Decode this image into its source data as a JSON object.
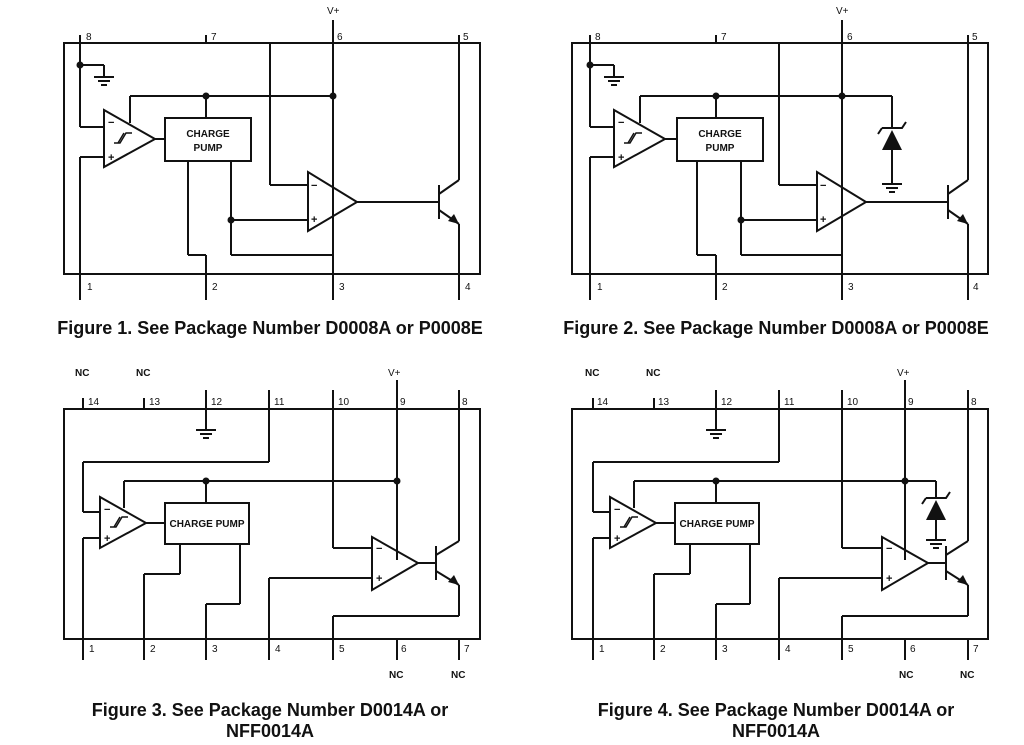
{
  "figures": [
    {
      "caption": "Figure 1. See Package Number D0008A or P0008E",
      "top_pins": [
        "8",
        "7",
        "6",
        "5"
      ],
      "bottom_pins": [
        "1",
        "2",
        "3",
        "4"
      ],
      "supply": "V+",
      "charge_pump": [
        "CHARGE",
        "PUMP"
      ],
      "zener": false
    },
    {
      "caption": "Figure 2. See Package Number D0008A or P0008E",
      "top_pins": [
        "8",
        "7",
        "6",
        "5"
      ],
      "bottom_pins": [
        "1",
        "2",
        "3",
        "4"
      ],
      "supply": "V+",
      "charge_pump": [
        "CHARGE",
        "PUMP"
      ],
      "zener": true
    },
    {
      "caption_lines": [
        "Figure 3. See Package Number D0014A or",
        "NFF0014A"
      ],
      "top_pins": [
        "14",
        "13",
        "12",
        "11",
        "10",
        "9",
        "8"
      ],
      "bottom_pins": [
        "1",
        "2",
        "3",
        "4",
        "5",
        "6",
        "7"
      ],
      "top_nc": [
        "NC",
        "NC"
      ],
      "bottom_nc": [
        "NC",
        "NC"
      ],
      "supply": "V+",
      "charge_pump": "CHARGE PUMP",
      "zener": false
    },
    {
      "caption_lines": [
        "Figure 4. See Package Number D0014A or",
        "NFF0014A"
      ],
      "top_pins": [
        "14",
        "13",
        "12",
        "11",
        "10",
        "9",
        "8"
      ],
      "bottom_pins": [
        "1",
        "2",
        "3",
        "4",
        "5",
        "6",
        "7"
      ],
      "top_nc": [
        "NC",
        "NC"
      ],
      "bottom_nc": [
        "NC",
        "NC"
      ],
      "supply": "V+",
      "charge_pump": "CHARGE PUMP",
      "zener": true
    }
  ],
  "symbols": {
    "minus": "−",
    "plus": "+"
  }
}
